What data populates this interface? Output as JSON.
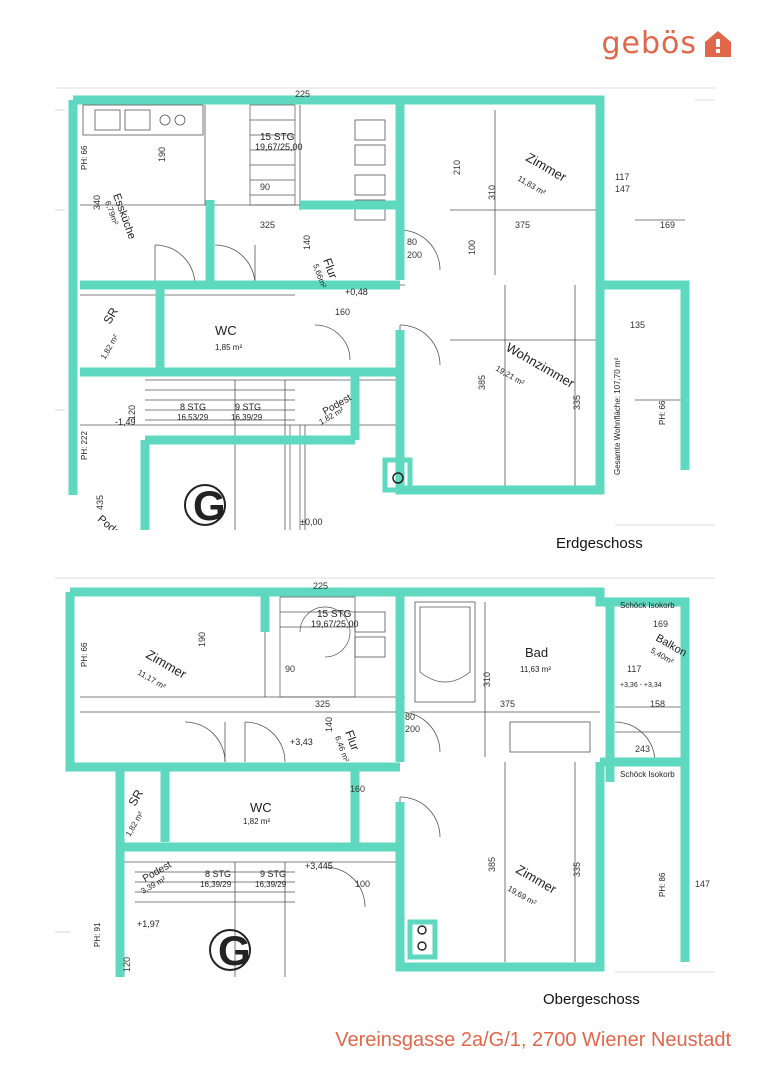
{
  "brand": {
    "name": "gebös",
    "accent": "#e0674a",
    "wall_color": "#5fd8c0"
  },
  "plans": [
    {
      "caption": "Erdgeschoss",
      "labels": {
        "stg": "15 STG",
        "stg_dim": "19,67/25,00",
        "kitchen": "Essküche",
        "kitchen_area": "6,79m²",
        "room1": "Zimmer",
        "room1_area": "11,83 m²",
        "hall": "Flur",
        "hall_area": "5,66m²",
        "sr": "SR",
        "sr_area": "1,82 m²",
        "wc": "WC",
        "wc_area": "1,85 m²",
        "living": "Wohnzimmer",
        "living_area": "19,21 m²",
        "landing": "Podest",
        "landing_area": "1,82 m²",
        "stg_a": "8 STG",
        "stg_a_dim": "16,53/29",
        "stg_b": "9 STG",
        "stg_b_dim": "16,39/29",
        "level1": "+0,48",
        "level2": "-1,49",
        "level3": "±0,00",
        "garage": "G",
        "podest": "Podest",
        "ph1": "PH: 66",
        "ph2": "PH: 222",
        "ph3": "PH: 66",
        "d225": "225",
        "d190": "190",
        "d340": "340",
        "d375": "375",
        "d310": "310",
        "d210": "210",
        "d335": "335",
        "d385": "385",
        "d117": "117",
        "d147": "147",
        "d169": "169",
        "d135": "135",
        "d200": "200",
        "d80": "80",
        "d160": "160",
        "d100": "100",
        "d140": "140",
        "d325": "325",
        "d90": "90",
        "d120": "120",
        "d435": "435",
        "area_note": "Gesamte Wohnfläche: 107,70 m²"
      }
    },
    {
      "caption": "Obergeschoss",
      "labels": {
        "stg": "15 STG",
        "stg_dim": "19,67/25,00",
        "room1": "Zimmer",
        "room1_area": "11,17 m²",
        "bath": "Bad",
        "bath_area": "11,63 m²",
        "balcony": "Balkon",
        "balcony_area": "5,40m²",
        "hall": "Flur",
        "hall_area": "6,46 m²",
        "sr": "SR",
        "sr_area": "1,82 m²",
        "wc": "WC",
        "wc_area": "1,82 m²",
        "room2": "Zimmer",
        "room2_area": "19,69 m²",
        "landing": "Podest",
        "landing_area": "3,39 m²",
        "stg_a": "8 STG",
        "stg_a_dim": "16,39/29",
        "stg_b": "9 STG",
        "stg_b_dim": "16,39/29",
        "level1": "+3,43",
        "level2": "+3,445",
        "level3": "+1,97",
        "level4": "+3,36 - +3,34",
        "garage": "G",
        "ph1": "PH: 66",
        "ph2": "PH: 91",
        "ph3": "PH: 86",
        "balcony_top": "Schöck Isokorb",
        "balcony_bottom": "Schöck Isokorb",
        "d225": "225",
        "d190": "190",
        "d310": "310",
        "d375": "375",
        "d385": "385",
        "d335": "335",
        "d169": "169",
        "d117": "117",
        "d147": "147",
        "d158": "158",
        "d243": "243",
        "d200": "200",
        "d80": "80",
        "d160": "160",
        "d140": "140",
        "d325": "325",
        "d90": "90",
        "d120": "120",
        "d100": "100"
      }
    }
  ],
  "footer": "Vereinsgasse 2a/G/1, 2700 Wiener Neustadt"
}
